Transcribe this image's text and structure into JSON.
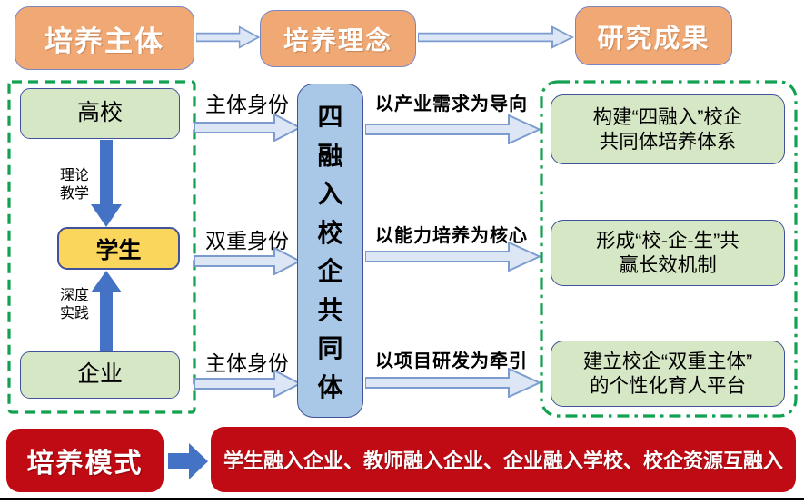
{
  "top_flow": {
    "boxes": [
      {
        "label": "培养主体"
      },
      {
        "label": "培养理念"
      },
      {
        "label": "研究成果"
      }
    ]
  },
  "left_panel": {
    "university": "高校",
    "student": "学生",
    "enterprise": "企业",
    "theory": {
      "lines": [
        "理论",
        "教学"
      ]
    },
    "practice": {
      "lines": [
        "深度",
        "实践"
      ]
    }
  },
  "identity_labels": [
    "主体身份",
    "双重身份",
    "主体身份"
  ],
  "center_box": {
    "label": "四融入校企共同体"
  },
  "principle_labels": [
    "以产业需求为导向",
    "以能力培养为核心",
    "以项目研发为牵引"
  ],
  "results": [
    {
      "lines": [
        "构建“四融入”校企",
        "共同体培养体系"
      ]
    },
    {
      "lines": [
        "形成“校-企-生”共",
        "赢长效机制"
      ]
    },
    {
      "lines": [
        "建立校企“双重主体”",
        "的个性化育人平台"
      ]
    }
  ],
  "bottom": {
    "mode_label": "培养模式",
    "content": "学生融入企业、教师融入企业、企业融入学校、校企资源互融入"
  },
  "colors": {
    "orange_box": "#F0A875",
    "green_box": "#D6E7C5",
    "yellow_box": "#FBD65C",
    "center_blue_box": "#A9C8E8",
    "light_arrow_fill": "#DCE6F4",
    "light_arrow_stroke": "#7C9CD0",
    "solid_arrow_blue": "#4472C4",
    "red_box": "#C00B14",
    "dashed_border_green": "#12A150"
  }
}
